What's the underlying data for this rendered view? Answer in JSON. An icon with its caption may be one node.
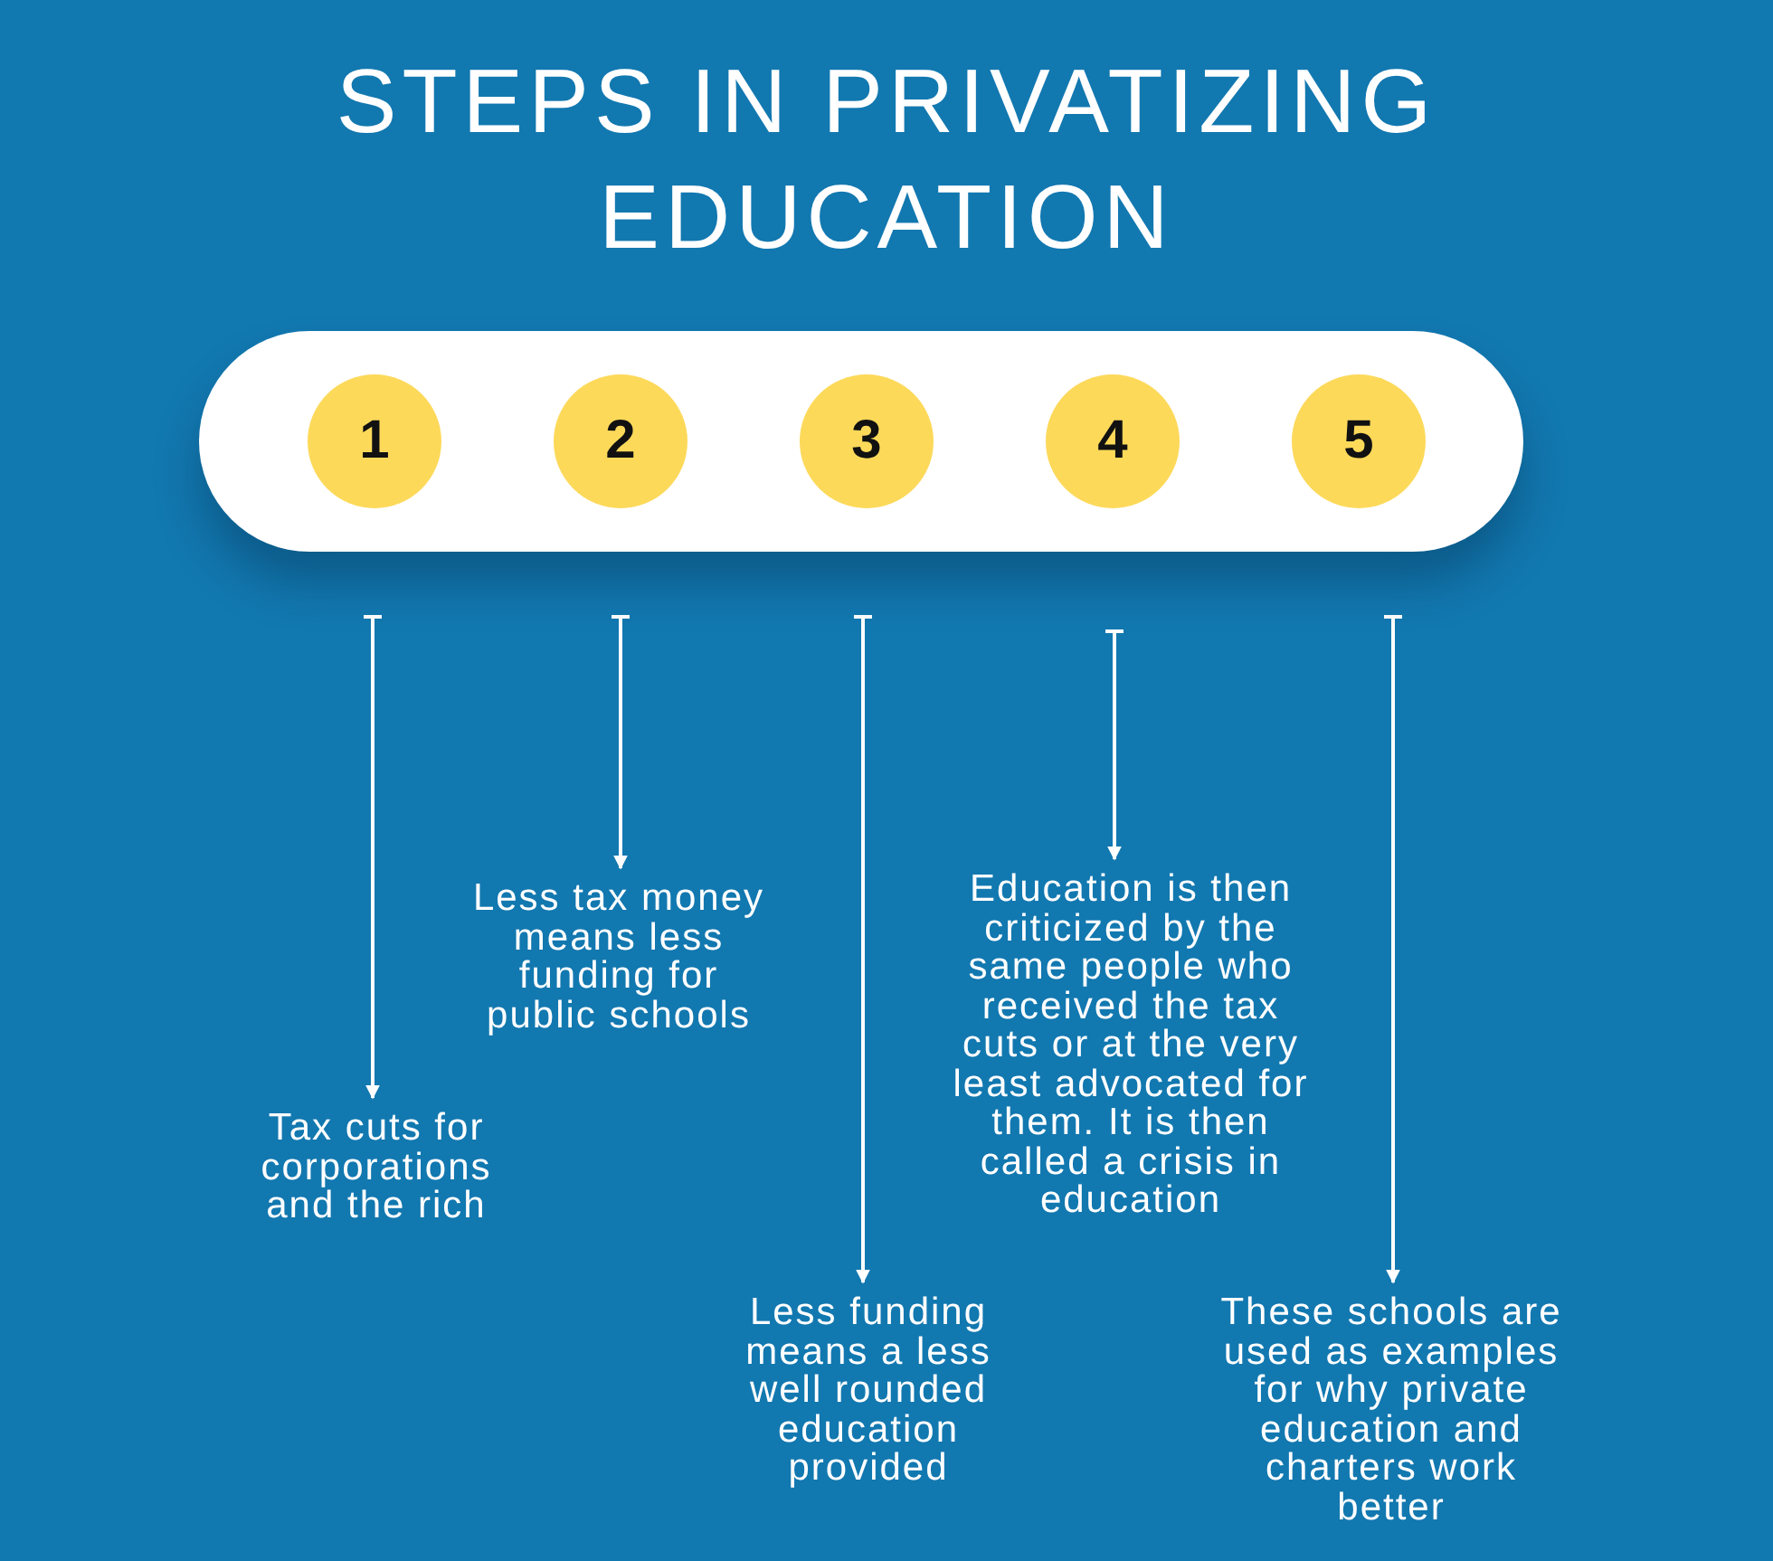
{
  "diagram": {
    "title": "STEPS IN PRIVATIZING EDUCATION",
    "nodes": [
      {
        "text": [],
        "shape": "box"
      },
      {
        "text": [
          "1"
        ],
        "in": 0
      },
      {
        "text": [
          "2"
        ],
        "in": 0
      },
      {
        "text": [
          "3"
        ],
        "in": 0
      },
      {
        "text": [
          "4"
        ],
        "in": 0
      },
      {
        "text": [
          "5"
        ],
        "in": 0
      },
      {
        "text": [
          "Tax cuts for corporations and the rich"
        ]
      },
      {
        "text": [
          "Less tax money means less funding for public schools"
        ]
      },
      {
        "text": [
          "Less funding means a less well rounded education provided"
        ]
      },
      {
        "text": [
          "Education is then criticized by the same people who received the tax cuts or at the very least advocated for them. It is then called a crisis in education"
        ]
      },
      {
        "text": [
          "These schools are used as examples for why private education and charters work better"
        ]
      }
    ],
    "edges": [
      {
        "from": null,
        "to": 6,
        "arrow": "to"
      },
      {
        "from": null,
        "to": 7,
        "arrow": "to"
      },
      {
        "from": null,
        "to": 8,
        "arrow": "to"
      },
      {
        "from": null,
        "to": 9,
        "arrow": "to"
      },
      {
        "from": null,
        "to": 10,
        "arrow": "to"
      }
    ]
  }
}
